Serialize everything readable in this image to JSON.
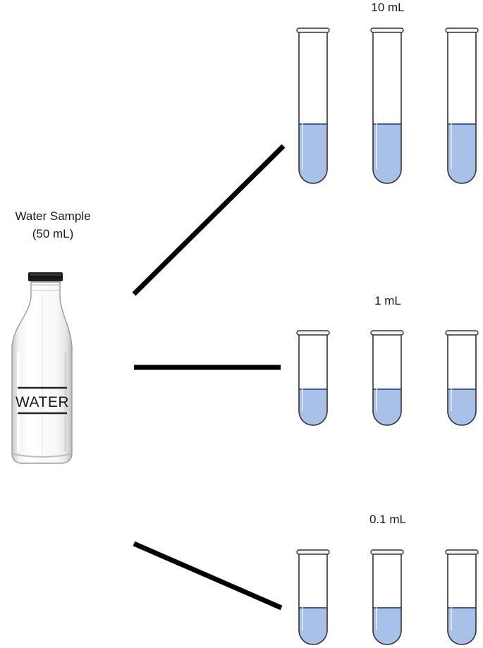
{
  "sample": {
    "title": "Water Sample",
    "volume": "(50 mL)",
    "bottle_label": "WATER"
  },
  "groups": [
    {
      "volume_label": "10 mL",
      "tube_count": 3
    },
    {
      "volume_label": "1 mL",
      "tube_count": 3
    },
    {
      "volume_label": "0.1 mL",
      "tube_count": 3
    }
  ],
  "colors": {
    "liquid": "#a9c0e8",
    "liquid_edge": "#3e5e98",
    "tube_outline": "#333333",
    "connector": "#000000"
  },
  "icons": {
    "bottle": "glass-bottle-icon",
    "tube": "test-tube-icon"
  }
}
